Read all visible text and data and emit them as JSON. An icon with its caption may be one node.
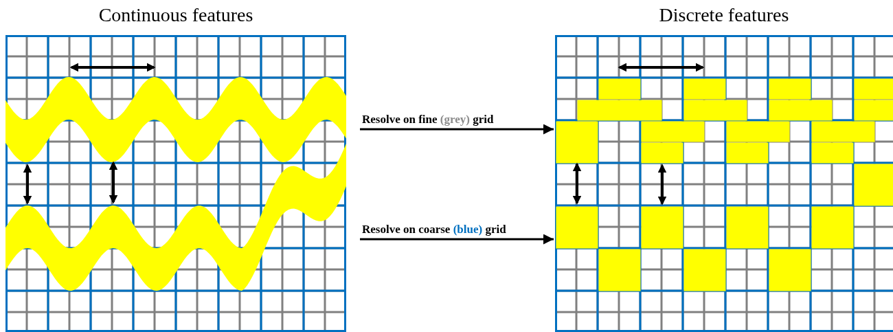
{
  "diagram": {
    "nodes": [
      {
        "text": [
          "Continuous features"
        ]
      },
      {
        "text": [
          "Discrete features"
        ]
      }
    ],
    "edges": [
      {
        "from": 0,
        "to": 1,
        "arrow": "to",
        "label": "Resolve on fine *(grey)* grid"
      },
      {
        "from": 0,
        "to": 1,
        "arrow": "to",
        "label": "Resolve on coarse *(blue)* grid"
      }
    ]
  }
}
